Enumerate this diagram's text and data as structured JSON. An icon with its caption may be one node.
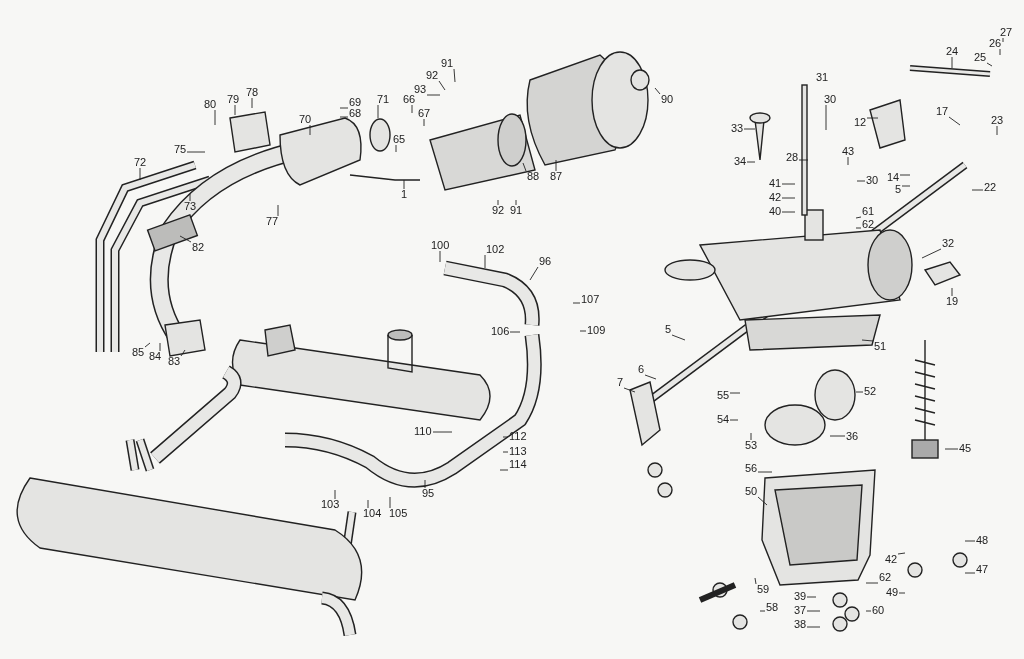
{
  "diagram": {
    "nodes": [
      {
        "text": [
          "80"
        ]
      },
      {
        "text": [
          "79"
        ]
      },
      {
        "text": [
          "78"
        ]
      },
      {
        "text": [
          "69"
        ]
      },
      {
        "text": [
          "68"
        ]
      },
      {
        "text": [
          "70"
        ]
      },
      {
        "text": [
          "75"
        ]
      },
      {
        "text": [
          "72"
        ]
      },
      {
        "text": [
          "73"
        ]
      },
      {
        "text": [
          "71"
        ]
      },
      {
        "text": [
          "65"
        ]
      },
      {
        "text": [
          "66"
        ]
      },
      {
        "text": [
          "67"
        ]
      },
      {
        "text": [
          "1"
        ]
      },
      {
        "text": [
          "77"
        ]
      },
      {
        "text": [
          "82"
        ]
      },
      {
        "text": [
          "85"
        ]
      },
      {
        "text": [
          "84"
        ]
      },
      {
        "text": [
          "83"
        ]
      },
      {
        "text": [
          "93"
        ]
      },
      {
        "text": [
          "92"
        ]
      },
      {
        "text": [
          "91"
        ]
      },
      {
        "text": [
          "90"
        ]
      },
      {
        "text": [
          "88"
        ]
      },
      {
        "text": [
          "87"
        ]
      },
      {
        "text": [
          "92"
        ]
      },
      {
        "text": [
          "91"
        ]
      },
      {
        "text": [
          "100"
        ]
      },
      {
        "text": [
          "102"
        ]
      },
      {
        "text": [
          "96"
        ]
      },
      {
        "text": [
          "107"
        ]
      },
      {
        "text": [
          "106"
        ]
      },
      {
        "text": [
          "109"
        ]
      },
      {
        "text": [
          "110"
        ]
      },
      {
        "text": [
          "112"
        ]
      },
      {
        "text": [
          "113"
        ]
      },
      {
        "text": [
          "114"
        ]
      },
      {
        "text": [
          "95"
        ]
      },
      {
        "text": [
          "103"
        ]
      },
      {
        "text": [
          "104"
        ]
      },
      {
        "text": [
          "105"
        ]
      },
      {
        "text": [
          "27"
        ]
      },
      {
        "text": [
          "26"
        ]
      },
      {
        "text": [
          "24"
        ]
      },
      {
        "text": [
          "25"
        ]
      },
      {
        "text": [
          "30"
        ]
      },
      {
        "text": [
          "33"
        ]
      },
      {
        "text": [
          "12"
        ]
      },
      {
        "text": [
          "17"
        ]
      },
      {
        "text": [
          "23"
        ]
      },
      {
        "text": [
          "34"
        ]
      },
      {
        "text": [
          "28"
        ]
      },
      {
        "text": [
          "43"
        ]
      },
      {
        "text": [
          "30"
        ]
      },
      {
        "text": [
          "14"
        ]
      },
      {
        "text": [
          "5"
        ]
      },
      {
        "text": [
          "22"
        ]
      },
      {
        "text": [
          "41"
        ]
      },
      {
        "text": [
          "42"
        ]
      },
      {
        "text": [
          "40"
        ]
      },
      {
        "text": [
          "61"
        ]
      },
      {
        "text": [
          "62"
        ]
      },
      {
        "text": [
          "32"
        ]
      },
      {
        "text": [
          "19"
        ]
      },
      {
        "text": [
          "5"
        ]
      },
      {
        "text": [
          "51"
        ]
      },
      {
        "text": [
          "6"
        ]
      },
      {
        "text": [
          "7"
        ]
      },
      {
        "text": [
          "55"
        ]
      },
      {
        "text": [
          "52"
        ]
      },
      {
        "text": [
          "54"
        ]
      },
      {
        "text": [
          "53"
        ]
      },
      {
        "text": [
          "36"
        ]
      },
      {
        "text": [
          "45"
        ]
      },
      {
        "text": [
          "56"
        ]
      },
      {
        "text": [
          "50"
        ]
      },
      {
        "text": [
          "48"
        ]
      },
      {
        "text": [
          "42"
        ]
      },
      {
        "text": [
          "47"
        ]
      },
      {
        "text": [
          "62"
        ]
      },
      {
        "text": [
          "49"
        ]
      },
      {
        "text": [
          "39"
        ]
      },
      {
        "text": [
          "59"
        ]
      },
      {
        "text": [
          "37"
        ]
      },
      {
        "text": [
          "60"
        ]
      },
      {
        "text": [
          "58"
        ]
      },
      {
        "text": [
          "38"
        ]
      }
    ],
    "edges": [
      {
        "from": 0,
        "to": null,
        "arrow": "none"
      },
      {
        "from": 1,
        "to": null,
        "arrow": "none"
      },
      {
        "from": 2,
        "to": null,
        "arrow": "none"
      },
      {
        "from": 3,
        "to": null,
        "arrow": "none"
      },
      {
        "from": 4,
        "to": null,
        "arrow": "none"
      },
      {
        "from": 5,
        "to": null,
        "arrow": "none"
      },
      {
        "from": 6,
        "to": null,
        "arrow": "none"
      },
      {
        "from": 7,
        "to": null,
        "arrow": "none"
      },
      {
        "from": 8,
        "to": null,
        "arrow": "none"
      },
      {
        "from": 9,
        "to": null,
        "arrow": "none"
      },
      {
        "from": 10,
        "to": null,
        "arrow": "none"
      },
      {
        "from": 11,
        "to": null,
        "arrow": "none"
      },
      {
        "from": 12,
        "to": null,
        "arrow": "none"
      },
      {
        "from": 13,
        "to": null,
        "arrow": "none"
      },
      {
        "from": 14,
        "to": null,
        "arrow": "none"
      },
      {
        "from": 15,
        "to": null,
        "arrow": "none"
      },
      {
        "from": 16,
        "to": null,
        "arrow": "none"
      },
      {
        "from": 17,
        "to": null,
        "arrow": "none"
      },
      {
        "from": 18,
        "to": null,
        "arrow": "none"
      },
      {
        "from": 19,
        "to": null,
        "arrow": "none"
      },
      {
        "from": 20,
        "to": null,
        "arrow": "none"
      },
      {
        "from": 21,
        "to": null,
        "arrow": "none"
      },
      {
        "from": 22,
        "to": null,
        "arrow": "none"
      },
      {
        "from": 23,
        "to": null,
        "arrow": "none"
      },
      {
        "from": 24,
        "to": null,
        "arrow": "none"
      },
      {
        "from": 25,
        "to": null,
        "arrow": "none"
      },
      {
        "from": 26,
        "to": null,
        "arrow": "none"
      },
      {
        "from": 27,
        "to": null,
        "arrow": "none"
      },
      {
        "from": 28,
        "to": null,
        "arrow": "none"
      },
      {
        "from": 29,
        "to": null,
        "arrow": "none"
      },
      {
        "from": 30,
        "to": null,
        "arrow": "none"
      },
      {
        "from": 31,
        "to": null,
        "arrow": "none"
      },
      {
        "from": 32,
        "to": null,
        "arrow": "none"
      },
      {
        "from": 33,
        "to": null,
        "arrow": "none"
      },
      {
        "from": 34,
        "to": null,
        "arrow": "none"
      },
      {
        "from": 35,
        "to": null,
        "arrow": "none"
      },
      {
        "from": 36,
        "to": null,
        "arrow": "none"
      },
      {
        "from": 37,
        "to": null,
        "arrow": "none"
      },
      {
        "from": 38,
        "to": null,
        "arrow": "none"
      },
      {
        "from": 39,
        "to": null,
        "arrow": "none"
      },
      {
        "from": 40,
        "to": null,
        "arrow": "none"
      },
      {
        "from": 41,
        "to": null,
        "arrow": "none"
      },
      {
        "from": 42,
        "to": null,
        "arrow": "none"
      },
      {
        "from": 43,
        "to": null,
        "arrow": "none"
      },
      {
        "from": 44,
        "to": null,
        "arrow": "none"
      },
      {
        "from": 45,
        "to": null,
        "arrow": "none"
      },
      {
        "from": 46,
        "to": null,
        "arrow": "none"
      },
      {
        "from": 47,
        "to": null,
        "arrow": "none"
      },
      {
        "from": 48,
        "to": null,
        "arrow": "none"
      },
      {
        "from": 49,
        "to": null,
        "arrow": "none"
      },
      {
        "from": 50,
        "to": null,
        "arrow": "none"
      },
      {
        "from": 51,
        "to": null,
        "arrow": "none"
      },
      {
        "from": 52,
        "to": null,
        "arrow": "none"
      },
      {
        "from": 53,
        "to": null,
        "arrow": "none"
      },
      {
        "from": 54,
        "to": null,
        "arrow": "none"
      },
      {
        "from": 55,
        "to": null,
        "arrow": "none"
      },
      {
        "from": 56,
        "to": null,
        "arrow": "none"
      },
      {
        "from": 57,
        "to": null,
        "arrow": "none"
      },
      {
        "from": 58,
        "to": null,
        "arrow": "none"
      },
      {
        "from": 59,
        "to": null,
        "arrow": "none"
      },
      {
        "from": 60,
        "to": null,
        "arrow": "none"
      },
      {
        "from": 61,
        "to": null,
        "arrow": "none"
      },
      {
        "from": 62,
        "to": null,
        "arrow": "none"
      },
      {
        "from": 63,
        "to": null,
        "arrow": "none"
      },
      {
        "from": 64,
        "to": null,
        "arrow": "none"
      },
      {
        "from": 65,
        "to": null,
        "arrow": "none"
      },
      {
        "from": 66,
        "to": null,
        "arrow": "none"
      },
      {
        "from": 67,
        "to": null,
        "arrow": "none"
      },
      {
        "from": 68,
        "to": null,
        "arrow": "none"
      },
      {
        "from": 69,
        "to": null,
        "arrow": "none"
      },
      {
        "from": 70,
        "to": null,
        "arrow": "none"
      },
      {
        "from": 71,
        "to": null,
        "arrow": "none"
      },
      {
        "from": 72,
        "to": null,
        "arrow": "none"
      },
      {
        "from": 73,
        "to": null,
        "arrow": "none"
      },
      {
        "from": 74,
        "to": null,
        "arrow": "none"
      },
      {
        "from": 75,
        "to": null,
        "arrow": "none"
      },
      {
        "from": 76,
        "to": null,
        "arrow": "none"
      },
      {
        "from": 77,
        "to": null,
        "arrow": "none"
      },
      {
        "from": 78,
        "to": null,
        "arrow": "none"
      },
      {
        "from": 79,
        "to": null,
        "arrow": "none"
      },
      {
        "from": 80,
        "to": null,
        "arrow": "none"
      },
      {
        "from": 81,
        "to": null,
        "arrow": "none"
      },
      {
        "from": 82,
        "to": null,
        "arrow": "none"
      },
      {
        "from": 83,
        "to": null,
        "arrow": "none"
      },
      {
        "from": 84,
        "to": null,
        "arrow": "none"
      },
      {
        "from": 85,
        "to": null,
        "arrow": "none"
      },
      {
        "from": 86,
        "to": null,
        "arrow": "none"
      }
    ],
    "labels": [
      "31"
    ]
  }
}
